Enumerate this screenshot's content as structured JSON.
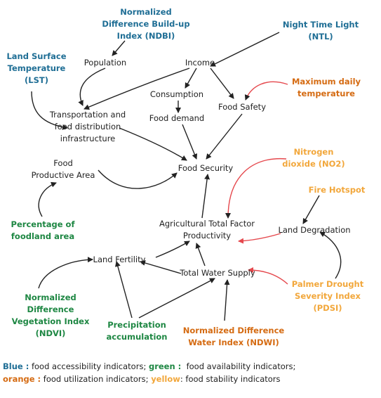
{
  "colors": {
    "blue": "#1f6e95",
    "green": "#1e8743",
    "orange": "#d56b12",
    "yellow": "#f2a73b",
    "arrow_black": "#222222",
    "arrow_red": "#e5484d"
  },
  "nodes": {
    "ndbi": "Normalized\nDifference Build-up\nIndex (NDBI)",
    "ntl": "Night Time Light\n(NTL)",
    "lst": "Land Surface\nTemperature\n(LST)",
    "population": "Population",
    "income": "Income",
    "max_temp": "Maximum daily\ntemperature",
    "consumption": "Consumption",
    "food_safety": "Food Safety",
    "transport": "Transportation and\nfood distribution\ninfrastructure",
    "food_demand": "Food demand",
    "nitrogen": "Nitrogen\ndioxide (NO2)",
    "food_productive": "Food\nProductive Area",
    "food_security": "Food Security",
    "fire_hotspot": "Fire Hotspot",
    "percentage": "Percentage of\nfoodland area",
    "agri_tfp": "Agricultural Total Factor\nProductivity",
    "land_degradation": "Land Degradation",
    "land_fertility": "Land Fertility",
    "total_water": "Total Water Supply",
    "pdsi": "Palmer Drought\nSeverity Index (PDSI)",
    "ndvi": "Normalized Difference\nVegetation Index (NDVI)",
    "precipitation": "Precipitation\naccumulation",
    "ndwi": "Normalized Difference\nWater Index (NDWI)"
  },
  "legend": {
    "blue_key": "Blue :",
    "blue_text": " food accessibility indicators; ",
    "green_key": "green :",
    "green_text": "  food availability indicators;",
    "orange_key": "orange :",
    "orange_text": " food utilization indicators; ",
    "yellow_key": "yellow",
    "yellow_text": ": food stability indicators"
  }
}
